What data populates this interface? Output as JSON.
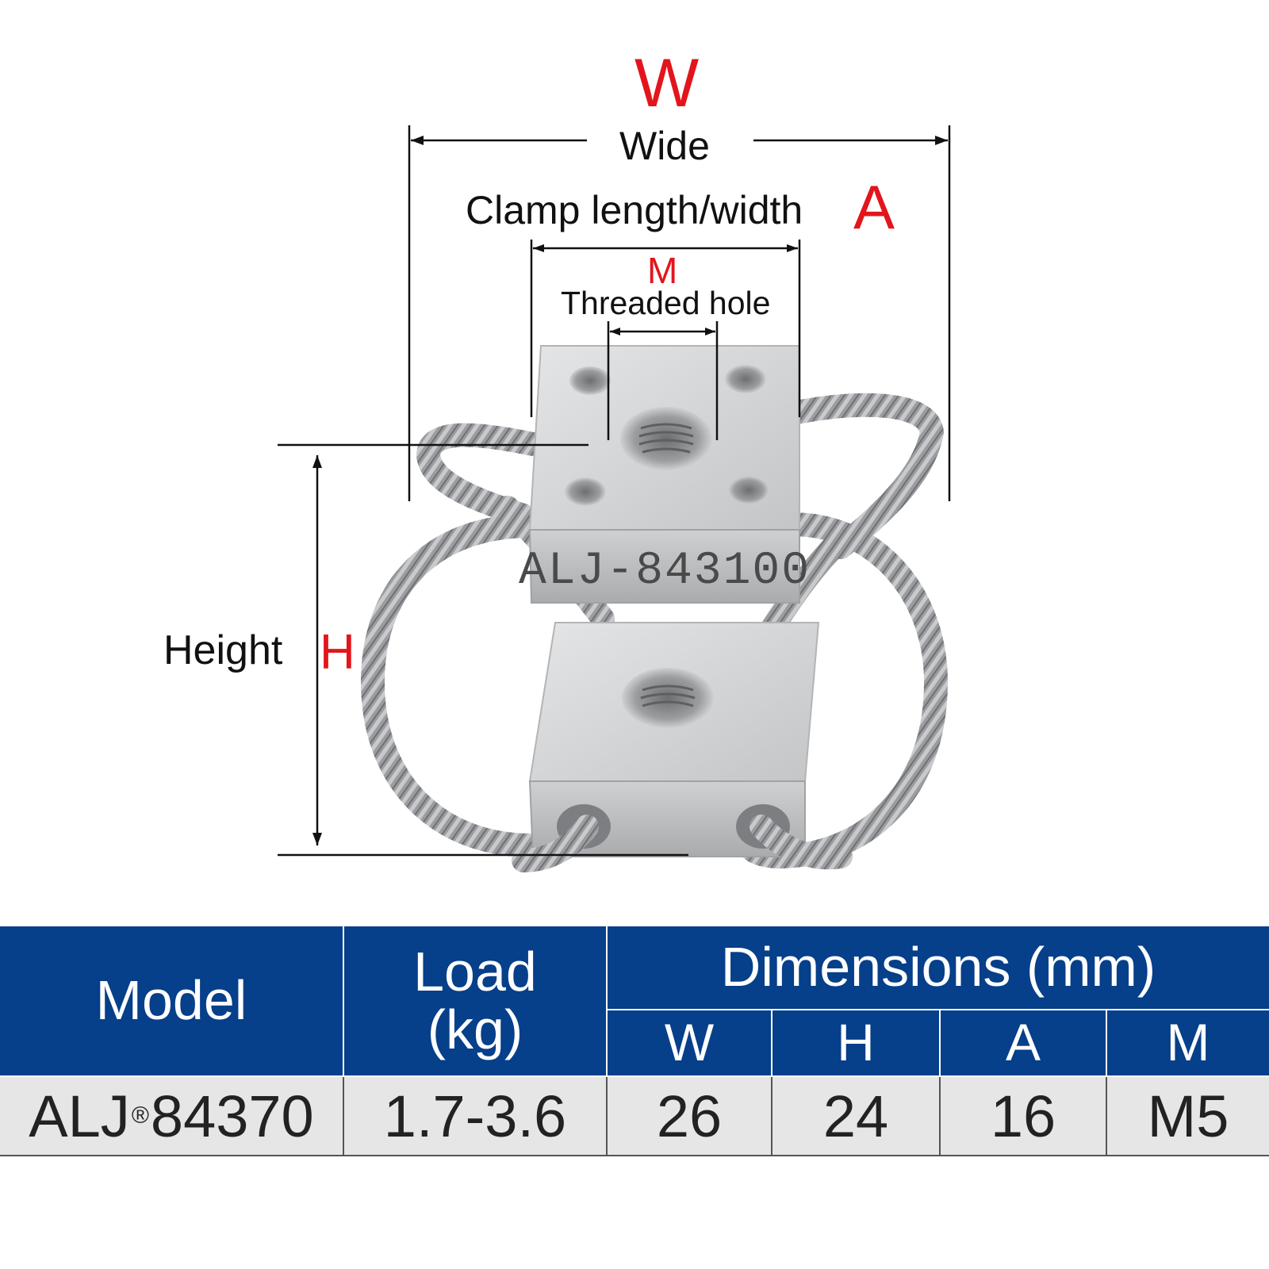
{
  "diagram": {
    "product_marking": "ALJ-843100",
    "width_symbol": "W",
    "width_caption": "Wide",
    "clamp_caption": "Clamp length/width",
    "clamp_symbol": "A",
    "thread_symbol": "M",
    "thread_caption": "Threaded hole",
    "height_caption": "Height",
    "height_symbol": "H",
    "colors": {
      "symbol_red": "#e3151c",
      "dimension_line": "#111111",
      "steel_light": "#dadbdc",
      "steel_dark": "#9a9c9e",
      "wire_rope": "#8e9094"
    }
  },
  "table": {
    "header_color": "#063f8a",
    "row_color": "#e6e6e6",
    "headers": {
      "model": "Model",
      "load_line1": "Load",
      "load_line2": "(kg)",
      "dimensions": "Dimensions (mm)",
      "dim_cols": [
        "W",
        "H",
        "A",
        "M"
      ]
    },
    "row": {
      "model_prefix": "ALJ",
      "model_reg": "®",
      "model_number": "84370",
      "load": "1.7-3.6",
      "W": "26",
      "H": "24",
      "A": "16",
      "M": "M5"
    }
  }
}
